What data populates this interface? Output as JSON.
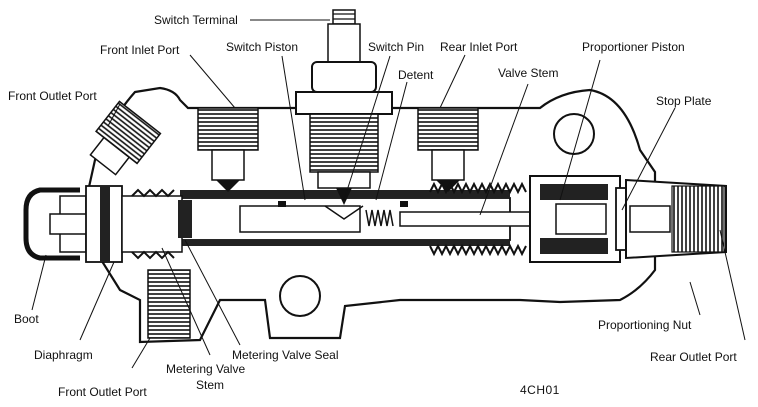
{
  "figure_id": "4CH01",
  "labels": {
    "switch_terminal": "Switch Terminal",
    "front_inlet_port": "Front Inlet Port",
    "switch_piston": "Switch Piston",
    "switch_pin": "Switch Pin",
    "rear_inlet_port": "Rear Inlet Port",
    "proportioner_piston": "Proportioner Piston",
    "front_outlet_port_top": "Front Outlet Port",
    "detent": "Detent",
    "valve_stem": "Valve Stem",
    "stop_plate": "Stop Plate",
    "boot": "Boot",
    "proportioning_nut": "Proportioning Nut",
    "diaphragm": "Diaphragm",
    "metering_valve_seal": "Metering Valve Seal",
    "rear_outlet_port": "Rear Outlet Port",
    "metering_valve_stem_line1": "Metering Valve",
    "metering_valve_stem_line2": "Stem",
    "front_outlet_port_bottom": "Front Outlet Port"
  },
  "colors": {
    "ink": "#111111",
    "paper": "#ffffff"
  }
}
